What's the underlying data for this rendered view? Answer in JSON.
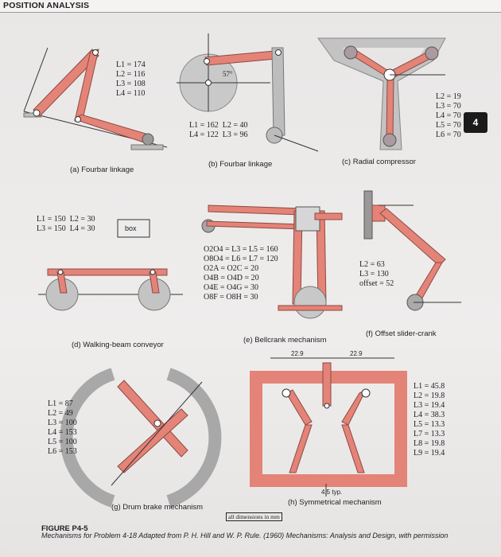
{
  "header": {
    "title": "POSITION ANALYSIS"
  },
  "badge": "4",
  "panels": [
    {
      "id": "a",
      "caption": "(a) Fourbar linkage",
      "params": "L1 = 174\nL2 = 116\nL3 = 108\nL4 = 110"
    },
    {
      "id": "b",
      "caption": "(b) Fourbar linkage",
      "params": "L1 = 162  L2 = 40\nL4 = 122  L3 = 96",
      "angle": "57°"
    },
    {
      "id": "c",
      "caption": "(c) Radial compressor",
      "params": "L2 = 19\nL3 = 70\nL4 = 70\nL5 = 70\nL6 = 70"
    },
    {
      "id": "d",
      "caption": "(d) Walking-beam conveyor",
      "params": "L1 = 150  L2 = 30\nL3 = 150  L4 = 30",
      "box_label": "box"
    },
    {
      "id": "e",
      "caption": "(e) Bellcrank mechanism",
      "params": "O2O4 = L3 = L5 = 160\nO8O4 = L6 = L7 = 120\nO2A = O2C = 20\nO4B = O4D = 20\nO4E = O4G = 30\nO8F = O8H = 30"
    },
    {
      "id": "f",
      "caption": "(f) Offset slider-crank",
      "params": "L2 = 63\nL3 = 130\noffset = 52"
    },
    {
      "id": "g",
      "caption": "(g) Drum brake mechanism",
      "params": "L1 = 87\nL2 = 49\nL3 = 100\nL4 = 153\nL5 = 100\nL6 = 153"
    },
    {
      "id": "h",
      "caption": "(h) Symmetrical mechanism",
      "params": "L1 = 45.8\nL2 = 19.8\nL3 = 19.4\nL4 = 38.3\nL5 = 13.3\nL7 = 13.3\nL8 = 19.8\nL9 = 19.4",
      "dim_left": "22.9",
      "dim_right": "22.9",
      "dim_typ": "4.5 typ."
    }
  ],
  "note": "all dimensions in mm",
  "figure": {
    "label": "FIGURE P4-5",
    "caption": "Mechanisms for Problem 4-18 Adapted from P. H. Hill and W. P. Rule. (1960) Mechanisms: Analysis and Design, with permission"
  }
}
